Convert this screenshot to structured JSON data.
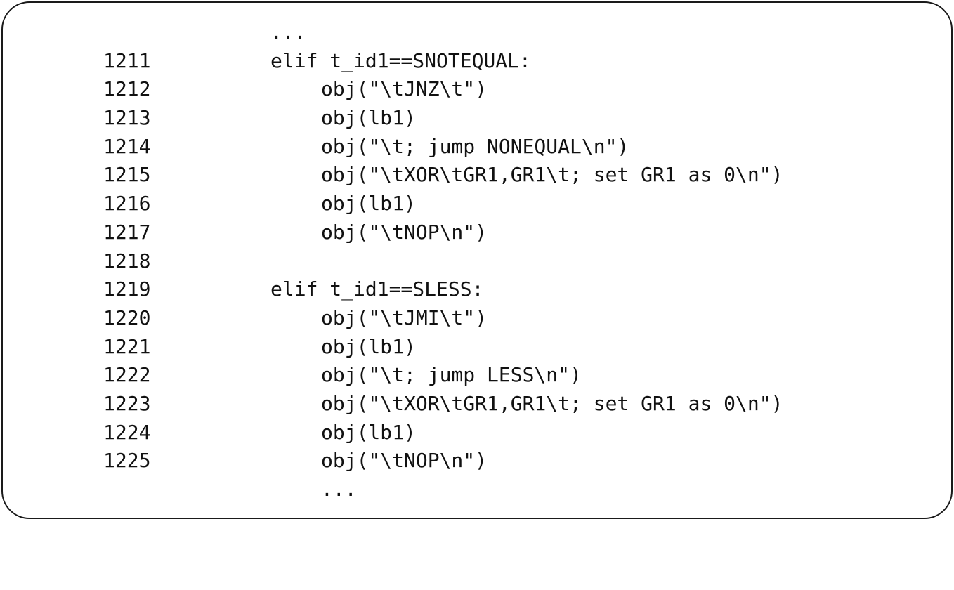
{
  "listing": {
    "lines": [
      {
        "number": "",
        "text": "...",
        "indent": 1
      },
      {
        "number": "1211",
        "text": "elif t_id1==SNOTEQUAL:",
        "indent": 1
      },
      {
        "number": "1212",
        "text": "obj(\"\\tJNZ\\t\")",
        "indent": 2
      },
      {
        "number": "1213",
        "text": "obj(lb1)",
        "indent": 2
      },
      {
        "number": "1214",
        "text": "obj(\"\\t; jump NONEQUAL\\n\")",
        "indent": 2
      },
      {
        "number": "1215",
        "text": "obj(\"\\tXOR\\tGR1,GR1\\t; set GR1 as 0\\n\")",
        "indent": 2
      },
      {
        "number": "1216",
        "text": "obj(lb1)",
        "indent": 2
      },
      {
        "number": "1217",
        "text": "obj(\"\\tNOP\\n\")",
        "indent": 2
      },
      {
        "number": "1218",
        "text": "",
        "indent": 1
      },
      {
        "number": "1219",
        "text": "elif t_id1==SLESS:",
        "indent": 1
      },
      {
        "number": "1220",
        "text": "obj(\"\\tJMI\\t\")",
        "indent": 2
      },
      {
        "number": "1221",
        "text": "obj(lb1)",
        "indent": 2
      },
      {
        "number": "1222",
        "text": "obj(\"\\t; jump LESS\\n\")",
        "indent": 2
      },
      {
        "number": "1223",
        "text": "obj(\"\\tXOR\\tGR1,GR1\\t; set GR1 as 0\\n\")",
        "indent": 2
      },
      {
        "number": "1224",
        "text": "obj(lb1)",
        "indent": 2
      },
      {
        "number": "1225",
        "text": "obj(\"\\tNOP\\n\")",
        "indent": 2
      },
      {
        "number": "",
        "text": "...",
        "indent": 2
      }
    ]
  }
}
